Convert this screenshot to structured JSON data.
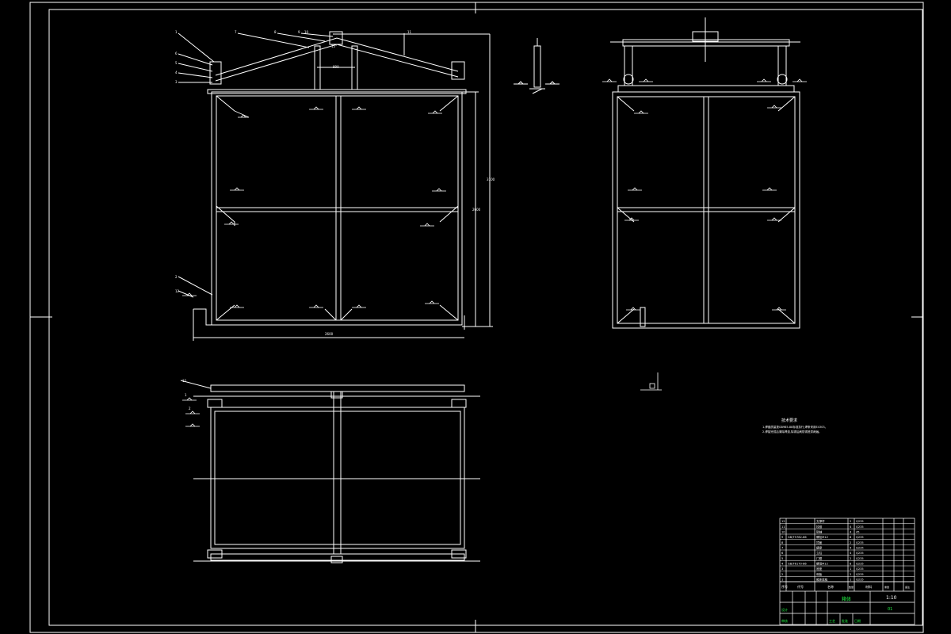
{
  "sheet": {
    "background": "#000000",
    "line_color": "#ffffff",
    "accent_color": "#22ee44"
  },
  "front_view": {
    "callouts": [
      "1",
      "2",
      "3",
      "4",
      "5",
      "6",
      "7",
      "8",
      "9",
      "10",
      "11",
      "12"
    ],
    "dims": {
      "width": "2600",
      "height_total": "3100",
      "height_frame": "2600",
      "roof_center": "800",
      "roof_pitch": "15°"
    },
    "weld_label": "4"
  },
  "side_view": {
    "weld_label": "4"
  },
  "plan_view": {
    "callouts": [
      "12",
      "1",
      "2"
    ],
    "weld_label": "4"
  },
  "notes": {
    "title": "技术要求",
    "lines": [
      "1.焊缝质量按GB985-88标准执行,焊条采用E4303。",
      "2.焊接完成后清除焊渣,除锈后刷防锈底漆两遍。"
    ]
  },
  "title_block": {
    "parts": [
      {
        "no": "12",
        "name": "支撑杆",
        "qty": "2",
        "mat": "Q235"
      },
      {
        "no": "11",
        "name": "铰链",
        "qty": "4",
        "mat": "Q235"
      },
      {
        "no": "10",
        "name": "销轴",
        "qty": "4",
        "mat": "45"
      },
      {
        "no": "9",
        "code": "GB/T5782-86",
        "name": "螺栓M12",
        "qty": "8",
        "mat": "Q235"
      },
      {
        "no": "8",
        "name": "顶盖",
        "qty": "2",
        "mat": "Q235"
      },
      {
        "no": "7",
        "name": "横梁",
        "qty": "4",
        "mat": "Q235"
      },
      {
        "no": "6",
        "name": "立柱",
        "qty": "4",
        "mat": "Q235"
      },
      {
        "no": "5",
        "name": "门框",
        "qty": "2",
        "mat": "Q235"
      },
      {
        "no": "4",
        "code": "GB/T6170-86",
        "name": "螺母M12",
        "qty": "8",
        "mat": "Q235"
      },
      {
        "no": "3",
        "name": "底座",
        "qty": "1",
        "mat": "Q235"
      },
      {
        "no": "2",
        "name": "侧板",
        "qty": "2",
        "mat": "Q235"
      },
      {
        "no": "1",
        "name": "箱体底板",
        "qty": "1",
        "mat": "Q235"
      }
    ],
    "headers": {
      "no": "序号",
      "code": "代号",
      "name": "名称",
      "qty": "数量",
      "mat": "材料",
      "weight": "重量",
      "note": "备注"
    },
    "drawing_name": "箱体",
    "scale": "1:10",
    "drawing_no": "01",
    "footer": [
      "设计",
      "审核",
      "工艺",
      "批准",
      "日期"
    ]
  }
}
